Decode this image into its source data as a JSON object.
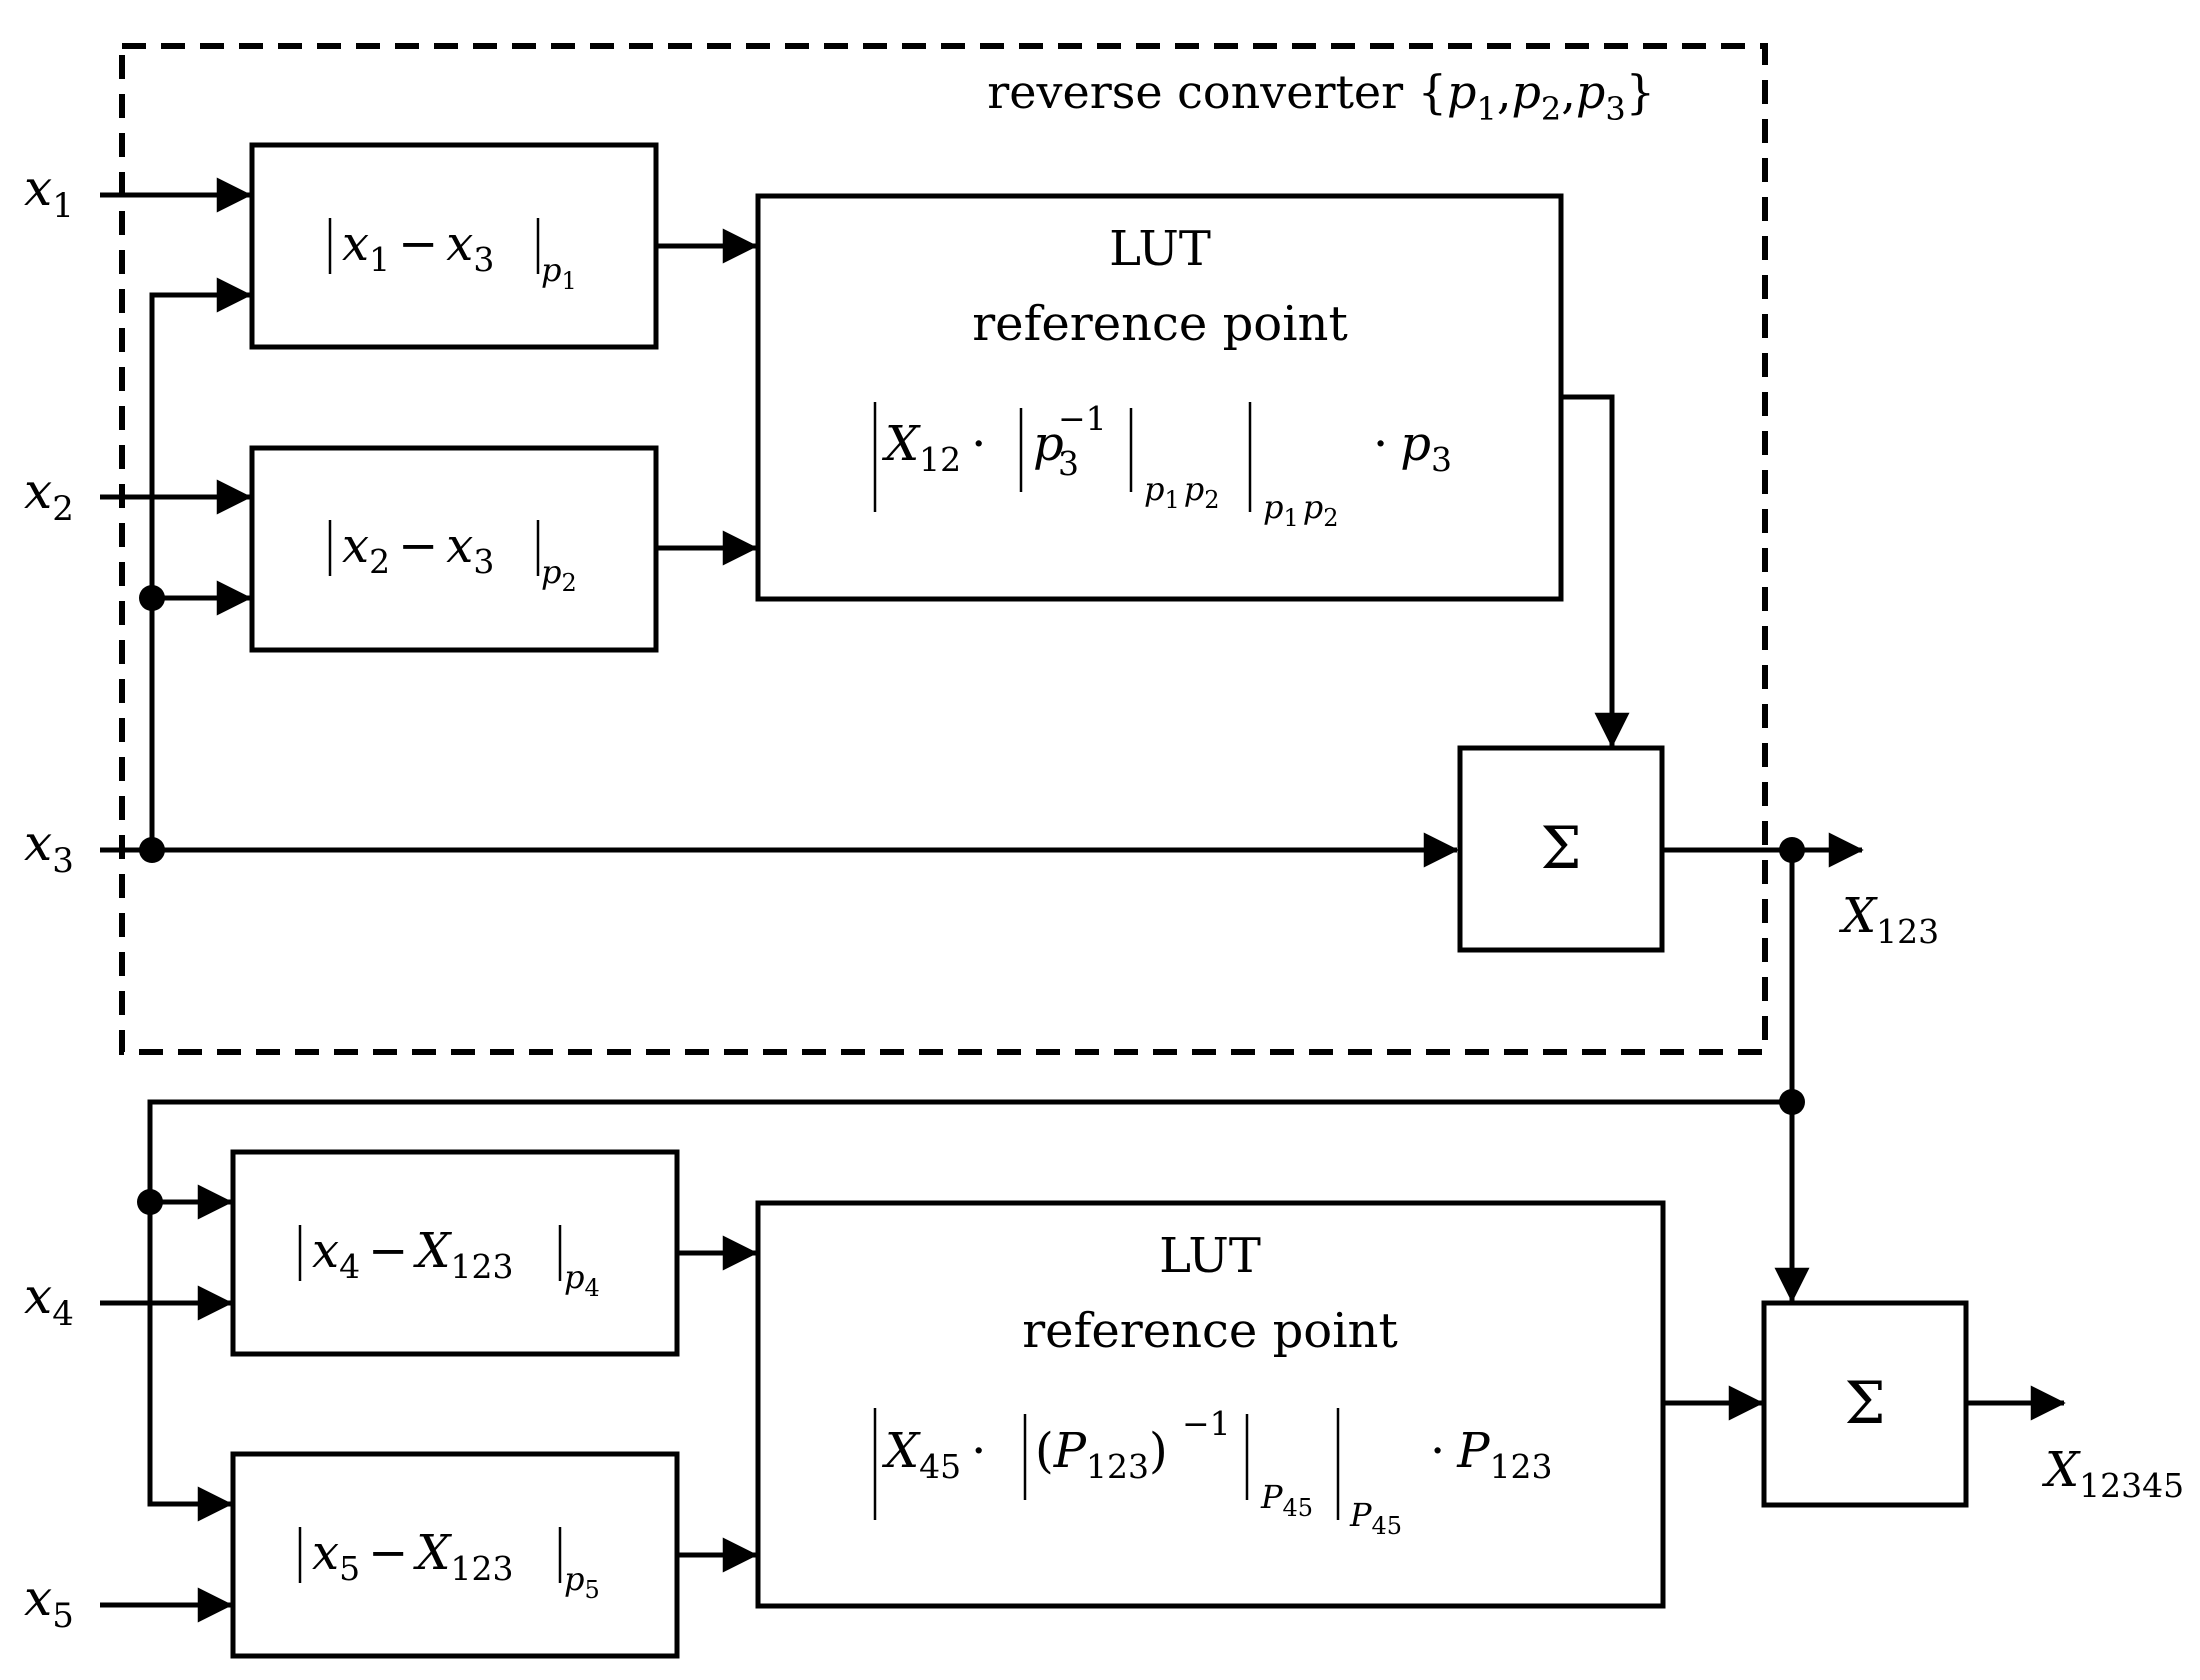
{
  "frame": {
    "label": {
      "prefix": "reverse converter {",
      "p": "p",
      "s1": "1",
      "s2": "2",
      "s3": "3",
      "comma": ",",
      "suffix": "}"
    }
  },
  "inputs": [
    {
      "var": "x",
      "sub": "1"
    },
    {
      "var": "x",
      "sub": "2"
    },
    {
      "var": "x",
      "sub": "3"
    },
    {
      "var": "x",
      "sub": "4"
    },
    {
      "var": "x",
      "sub": "5"
    }
  ],
  "blocks": {
    "b1": {
      "a": "x",
      "as": "1",
      "minus": "−",
      "b": "x",
      "bs": "3",
      "m": "p",
      "ms": "1"
    },
    "b2": {
      "a": "x",
      "as": "2",
      "minus": "−",
      "b": "x",
      "bs": "3",
      "m": "p",
      "ms": "2"
    },
    "b4": {
      "a": "x",
      "as": "4",
      "minus": "−",
      "b": "X",
      "bs": "123",
      "m": "p",
      "ms": "4"
    },
    "b5": {
      "a": "x",
      "as": "5",
      "minus": "−",
      "b": "X",
      "bs": "123",
      "m": "p",
      "ms": "5"
    }
  },
  "lut1": {
    "line1": "LUT",
    "line2": "reference point",
    "X": "X",
    "Xs": "12",
    "dot": "·",
    "p": "p",
    "ps": "3",
    "exp": "−1",
    "mod_inner": "p",
    "mod_inner_s1": "1",
    "mod_inner_p2": "p",
    "mod_inner_s2": "2",
    "mod_outer": "p",
    "mod_outer_s1": "1",
    "mod_outer_p2": "p",
    "mod_outer_s2": "2",
    "tail_dot": "·",
    "tail": "p",
    "tail_s": "3"
  },
  "lut2": {
    "line1": "LUT",
    "line2": "reference point",
    "X": "X",
    "Xs": "45",
    "dot": "·",
    "lp": "(",
    "P": "P",
    "Ps": "123",
    "rp": ")",
    "exp": "−1",
    "mod_inner": "P",
    "mod_inner_s": "45",
    "mod_outer": "P",
    "mod_outer_s": "45",
    "tail_dot": "·",
    "tail": "P",
    "tail_s": "123"
  },
  "sum1": {
    "symbol": "Σ"
  },
  "sum2": {
    "symbol": "Σ"
  },
  "outputs": {
    "o1": {
      "var": "X",
      "sub": "123"
    },
    "o2": {
      "var": "X",
      "sub": "12345"
    }
  }
}
